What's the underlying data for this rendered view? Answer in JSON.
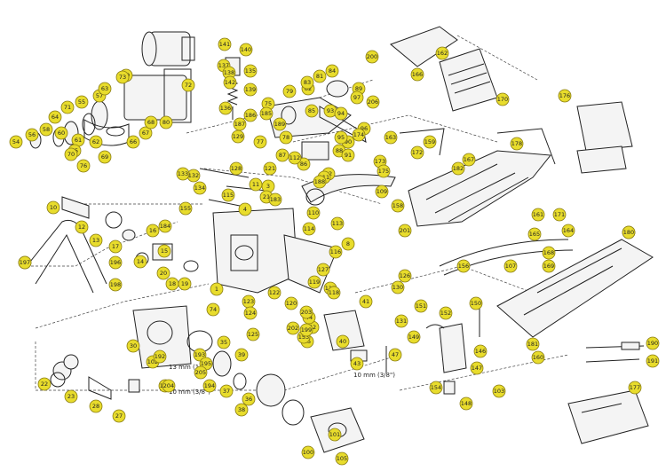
{
  "labels": [
    "1",
    "3",
    "4",
    "8",
    "10",
    "11",
    "12",
    "13",
    "14",
    "15",
    "16",
    "17",
    "18",
    "19",
    "20",
    "21",
    "22",
    "23",
    "27",
    "28",
    "30",
    "35",
    "36",
    "37",
    "38",
    "39",
    "40",
    "41",
    "42",
    "43",
    "44",
    "45",
    "47",
    "54",
    "55",
    "56",
    "57",
    "58",
    "59",
    "60",
    "61",
    "62",
    "63",
    "64",
    "65",
    "66",
    "67",
    "68",
    "69",
    "70",
    "71",
    "72",
    "73",
    "74",
    "75",
    "76",
    "77",
    "78",
    "79",
    "80",
    "81",
    "82",
    "83",
    "84",
    "85",
    "86",
    "87",
    "88",
    "89",
    "90",
    "91",
    "92",
    "93",
    "94",
    "95",
    "96",
    "97",
    "100",
    "101",
    "102",
    "103",
    "105",
    "106",
    "107",
    "108",
    "109",
    "110",
    "111",
    "112",
    "113",
    "114",
    "115",
    "116",
    "117",
    "118",
    "119",
    "120",
    "121",
    "122",
    "123",
    "124",
    "125",
    "126",
    "127",
    "128",
    "129",
    "130",
    "131",
    "132",
    "133",
    "134",
    "135",
    "136",
    "137",
    "138",
    "139",
    "140",
    "141",
    "142",
    "146",
    "147",
    "148",
    "149",
    "150",
    "151",
    "152",
    "153",
    "154",
    "155",
    "156",
    "157",
    "158",
    "159",
    "160",
    "161",
    "162",
    "163",
    "164",
    "165",
    "166",
    "167",
    "168",
    "169",
    "170",
    "171",
    "172",
    "173",
    "174",
    "175",
    "176",
    "177",
    "178",
    "180",
    "181",
    "182",
    "183",
    "184",
    "185",
    "186",
    "187",
    "188",
    "189",
    "190",
    "191",
    "192",
    "193",
    "194",
    "195",
    "196",
    "197",
    "198",
    "199",
    "200",
    "201",
    "202",
    "203",
    "204",
    "205",
    "206"
  ],
  "notes": [
    "13 mm (1/2\")",
    "10 mm (3/8\")",
    "10 mm (3/8\")"
  ],
  "colors": {
    "badge": "#e8dc2c",
    "badge_stroke": "#8a7d12",
    "line": "#222222"
  }
}
